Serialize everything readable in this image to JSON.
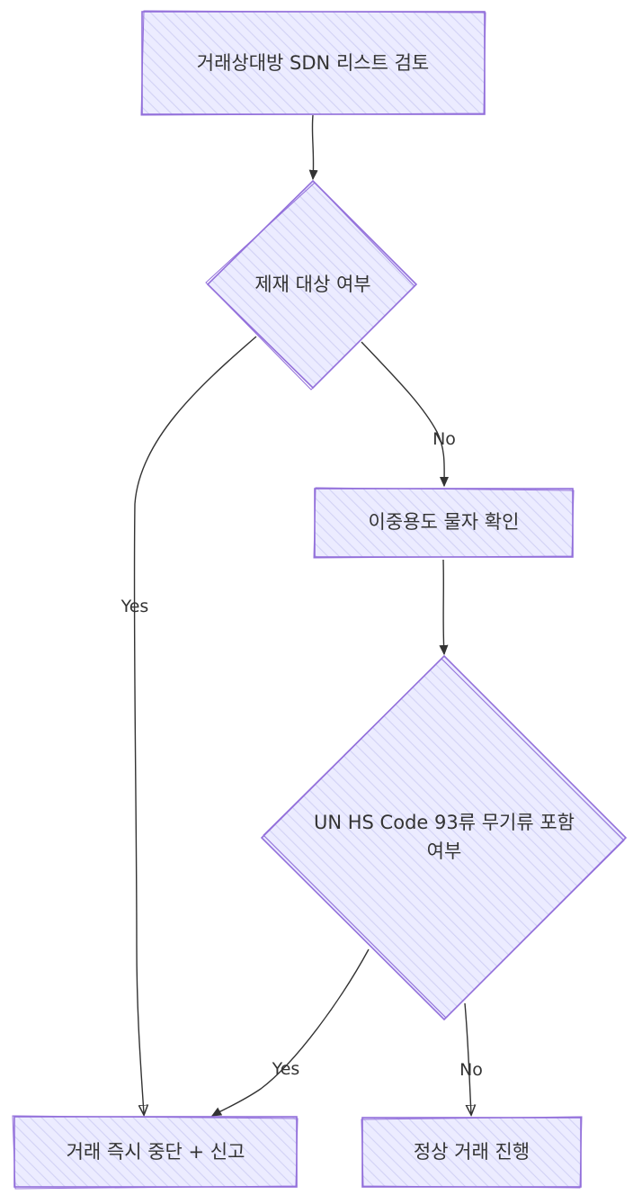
{
  "diagram": {
    "colors": {
      "node_fill": "#ececff",
      "node_hatch": "#d6d6f7",
      "node_stroke": "#9370db",
      "edge": "#333333",
      "text": "#333333"
    },
    "nodes": {
      "review": {
        "label": "거래상대방 SDN 리스트 검토",
        "shape": "rect"
      },
      "sanction": {
        "label": "제재 대상 여부",
        "shape": "diamond"
      },
      "dual_use": {
        "label": "이중용도 물자 확인",
        "shape": "rect"
      },
      "hs_code": {
        "label": "UN HS Code 93류 무기류 포함 여부",
        "shape": "diamond"
      },
      "stop": {
        "label": "거래 즉시 중단 + 신고",
        "shape": "rect"
      },
      "proceed": {
        "label": "정상 거래 진행",
        "shape": "rect"
      }
    },
    "edges": {
      "sanction_no": "No",
      "sanction_yes": "Yes",
      "hs_yes": "Yes",
      "hs_no": "No"
    }
  }
}
